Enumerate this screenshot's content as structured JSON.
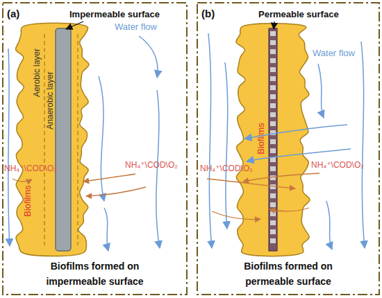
{
  "diagram": {
    "nodes": [
      {
        "text": [
          "(a)",
          "Biofilms formed on impermeable surface"
        ]
      },
      {
        "text": [
          "Aerobic layer",
          "Anaerobic layer",
          "Biofilms"
        ],
        "in": 0
      },
      {
        "text": [
          "(b)",
          "Biofilms formed on permeable surface"
        ]
      },
      {
        "text": [
          "Biofilms"
        ],
        "in": 2
      }
    ],
    "labels": [
      "Impermeable surface",
      "Water flow",
      "NH₄⁺\\COD\\O₂",
      "NH₄⁺\\COD\\O₂",
      "Permeable surface",
      "Water flow",
      "NH₄⁺\\COD\\O₂",
      "NH₄⁺\\COD\\O₂"
    ]
  }
}
